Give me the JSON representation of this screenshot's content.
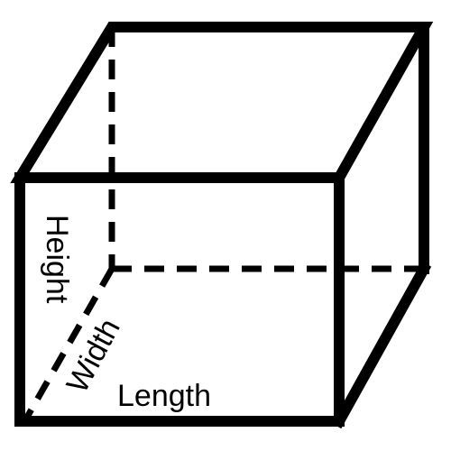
{
  "labels": {
    "height": "Height",
    "width": "Width",
    "length": "Length"
  },
  "colors": {
    "line": "#000000",
    "background": "#ffffff"
  }
}
